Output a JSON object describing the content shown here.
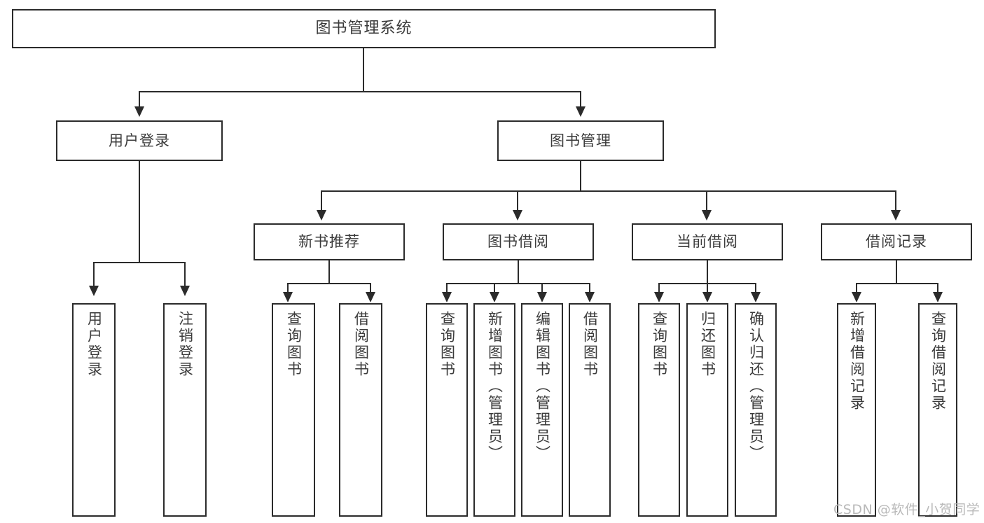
{
  "diagram": {
    "title": "图书管理系统",
    "type": "tree",
    "root": {
      "label": "图书管理系统"
    },
    "level2": [
      {
        "label": "用户登录"
      },
      {
        "label": "图书管理"
      }
    ],
    "level3": [
      {
        "label": "新书推荐"
      },
      {
        "label": "图书借阅"
      },
      {
        "label": "当前借阅"
      },
      {
        "label": "借阅记录"
      }
    ],
    "leaves": {
      "user_login": [
        {
          "label": "用户登录"
        },
        {
          "label": "注销登录"
        }
      ],
      "new_book": [
        {
          "label": "查询图书"
        },
        {
          "label": "借阅图书"
        }
      ],
      "borrow": [
        {
          "label": "查询图书"
        },
        {
          "label": "新增图书（管理员）"
        },
        {
          "label": "编辑图书（管理员）"
        },
        {
          "label": "借阅图书"
        }
      ],
      "current": [
        {
          "label": "查询图书"
        },
        {
          "label": "归还图书"
        },
        {
          "label": "确认归还（管理员）"
        }
      ],
      "record": [
        {
          "label": "新增借阅记录"
        },
        {
          "label": "查询借阅记录"
        }
      ]
    }
  },
  "watermark": {
    "text": "CSDN @软件_小贺同学"
  },
  "colors": {
    "stroke": "#2b2b2b",
    "text": "#3b3b3b",
    "background": "#ffffff",
    "watermark": "#b9b9b9"
  }
}
